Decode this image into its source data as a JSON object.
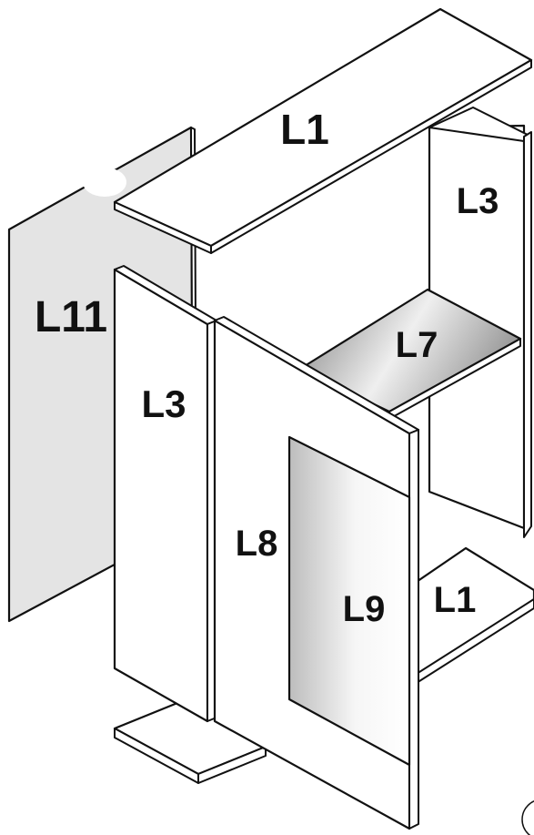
{
  "parts": [
    {
      "id": "top",
      "label": "L1"
    },
    {
      "id": "right-side",
      "label": "L3"
    },
    {
      "id": "back",
      "label": "L11"
    },
    {
      "id": "shelf",
      "label": "L7"
    },
    {
      "id": "left-side",
      "label": "L3"
    },
    {
      "id": "door",
      "label": "L8"
    },
    {
      "id": "mirror",
      "label": "L9"
    },
    {
      "id": "bottom",
      "label": "L1"
    }
  ],
  "colors": {
    "line": "#111111",
    "panel": "#ffffff",
    "back": "#e4e4e4",
    "shelf_light": "#efefef",
    "shelf_dark": "#7d7d7d",
    "mirror_light": "#ffffff",
    "mirror_dark": "#bdbdbd"
  }
}
